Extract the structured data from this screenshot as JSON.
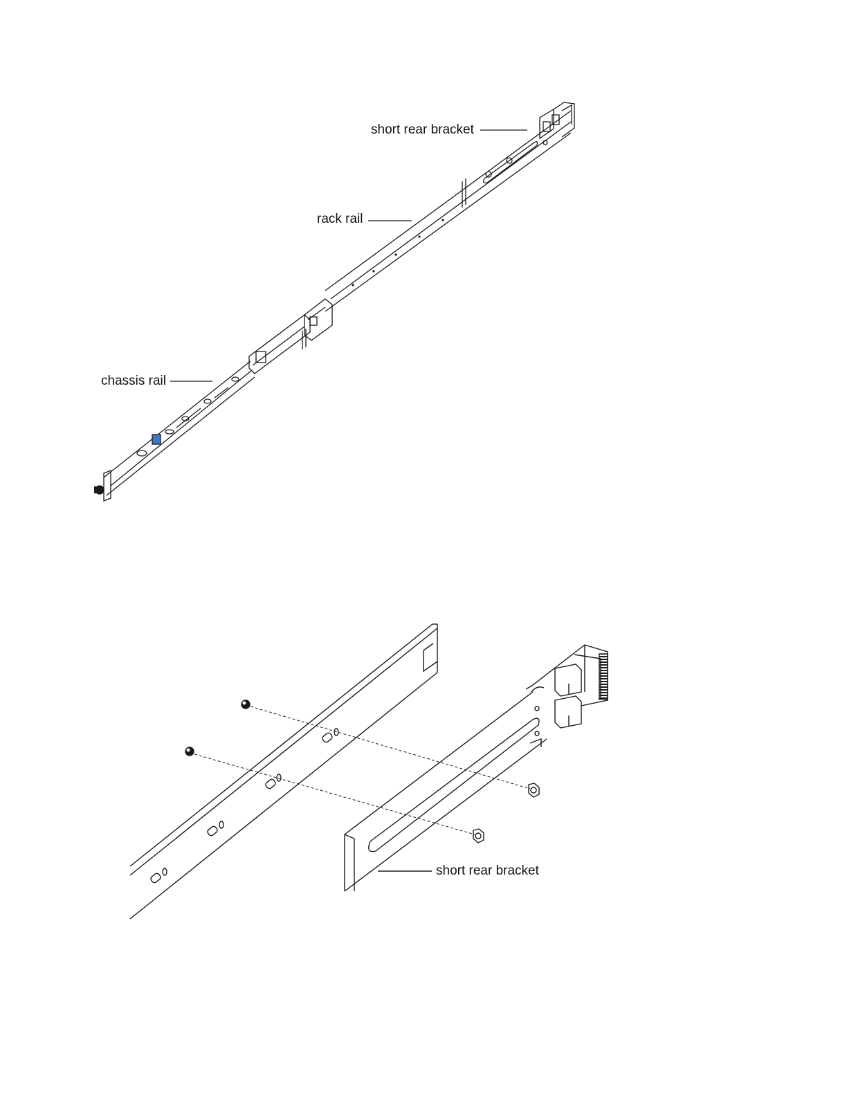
{
  "figures": [
    {
      "callouts": {
        "short_rear_bracket": "short rear bracket",
        "rack_rail": "rack rail",
        "chassis_rail": "chassis rail"
      }
    },
    {
      "callouts": {
        "short_rear_bracket": "short rear bracket"
      }
    }
  ],
  "colors": {
    "line": "#1a1a1a",
    "release_latch": "#3a78c8"
  }
}
